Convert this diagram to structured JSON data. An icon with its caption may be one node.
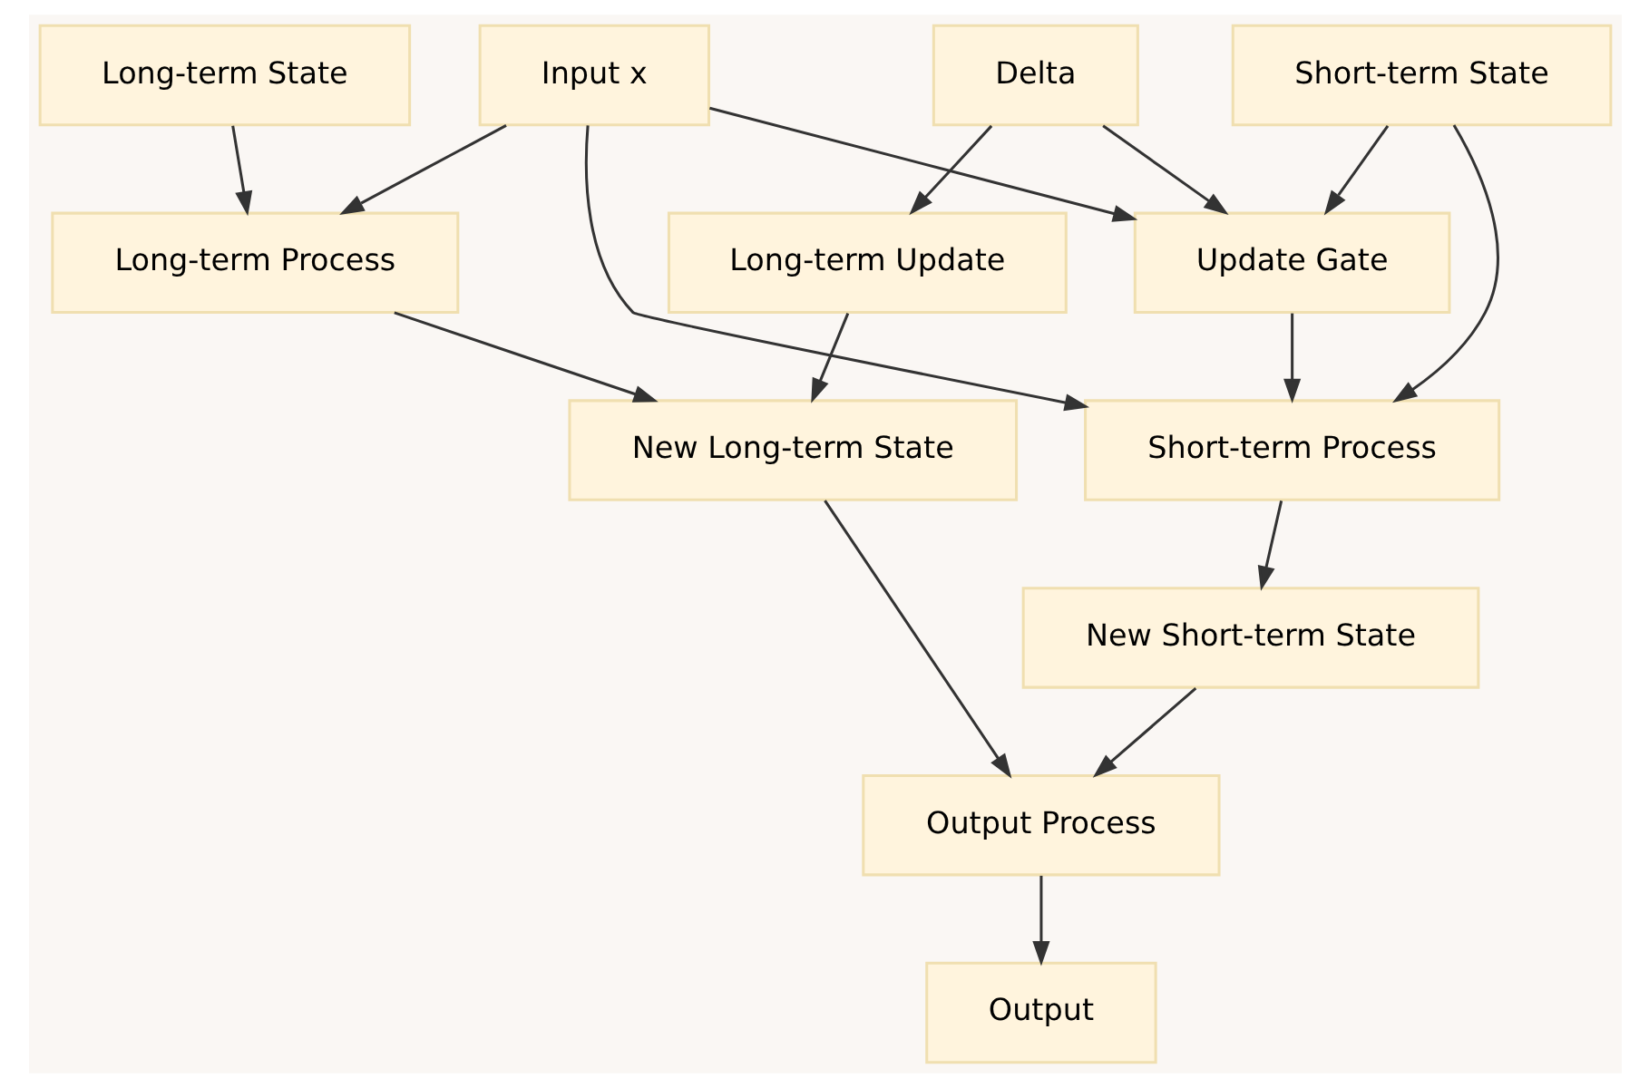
{
  "diagram": {
    "nodes": [
      {
        "text": [
          "Short-term State"
        ]
      },
      {
        "text": [
          "Input x"
        ]
      },
      {
        "text": [
          "Delta"
        ]
      },
      {
        "text": [
          "Long-term State"
        ]
      },
      {
        "text": [
          "Update Gate"
        ]
      },
      {
        "text": [
          "Long-term Process"
        ]
      },
      {
        "text": [
          "Long-term Update"
        ]
      },
      {
        "text": [
          "Short-term Process"
        ]
      },
      {
        "text": [
          "New Long-term State"
        ]
      },
      {
        "text": [
          "New Short-term State"
        ]
      },
      {
        "text": [
          "Output Process"
        ]
      },
      {
        "text": [
          "Output"
        ]
      }
    ],
    "edges": [
      {
        "from": 0,
        "to": 4,
        "arrow": "to"
      },
      {
        "from": 0,
        "to": 7,
        "arrow": "to"
      },
      {
        "from": 1,
        "to": 4,
        "arrow": "to"
      },
      {
        "from": 1,
        "to": 7,
        "arrow": "to"
      },
      {
        "from": 1,
        "to": 5,
        "arrow": "to"
      },
      {
        "from": 2,
        "to": 4,
        "arrow": "to"
      },
      {
        "from": 2,
        "to": 6,
        "arrow": "to"
      },
      {
        "from": 3,
        "to": 5,
        "arrow": "to"
      },
      {
        "from": 4,
        "to": 7,
        "arrow": "to"
      },
      {
        "from": 5,
        "to": 8,
        "arrow": "to"
      },
      {
        "from": 6,
        "to": 8,
        "arrow": "to"
      },
      {
        "from": 7,
        "to": 9,
        "arrow": "to"
      },
      {
        "from": 9,
        "to": 10,
        "arrow": "to"
      },
      {
        "from": 8,
        "to": 10,
        "arrow": "to"
      },
      {
        "from": 10,
        "to": 11,
        "arrow": "to"
      }
    ]
  }
}
